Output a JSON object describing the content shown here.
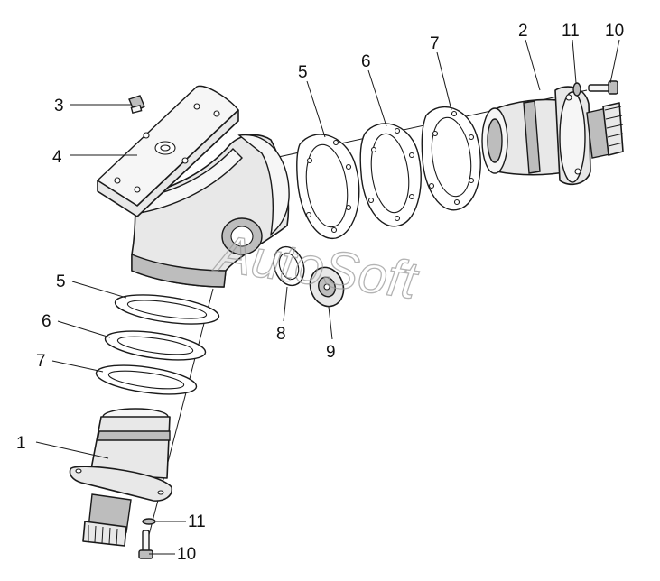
{
  "watermark": "AutoSoft",
  "callouts": {
    "c1": "1",
    "c2": "2",
    "c3": "3",
    "c4": "4",
    "c5_top": "5",
    "c6_top": "6",
    "c7_top": "7",
    "c5_left": "5",
    "c6_left": "6",
    "c7_left": "7",
    "c8": "8",
    "c9": "9",
    "c10_top": "10",
    "c11_top": "11",
    "c10_bottom": "10",
    "c11_bottom": "11"
  }
}
